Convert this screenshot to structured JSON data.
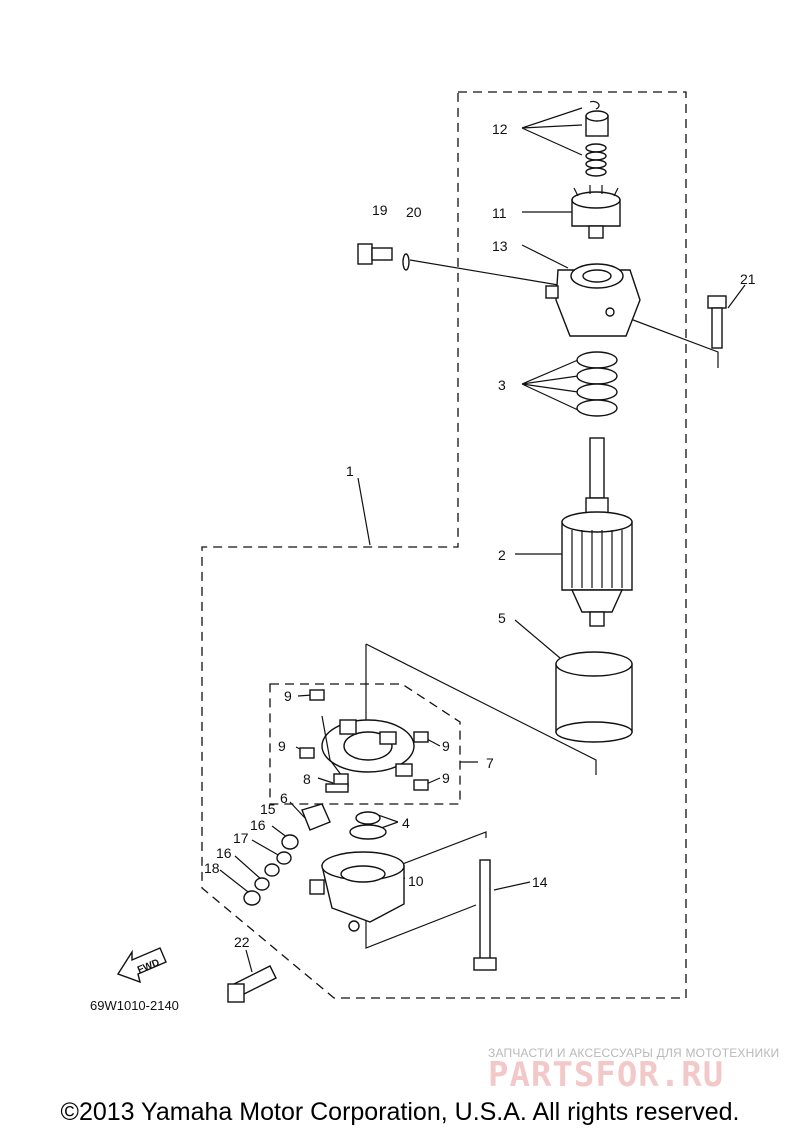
{
  "labels": {
    "l1": "1",
    "l2": "2",
    "l3": "3",
    "l4": "4",
    "l5": "5",
    "l6": "6",
    "l7": "7",
    "l8": "8",
    "l9a": "9",
    "l9b": "9",
    "l9c": "9",
    "l9d": "9",
    "l10": "10",
    "l11": "11",
    "l12": "12",
    "l13": "13",
    "l14": "14",
    "l15": "15",
    "l16a": "16",
    "l16b": "16",
    "l17": "17",
    "l18": "18",
    "l19": "19",
    "l20": "20",
    "l21": "21",
    "l22": "22"
  },
  "fwd_label": "FWD",
  "diagram_code": "69W1010-2140",
  "watermark": {
    "caption": "ЗАПЧАСТИ И АКСЕССУАРЫ ДЛЯ МОТОТЕХНИКИ",
    "brand": "PARTSFOR.RU"
  },
  "copyright": "©2013 Yamaha Motor Corporation, U.S.A. All rights reserved."
}
